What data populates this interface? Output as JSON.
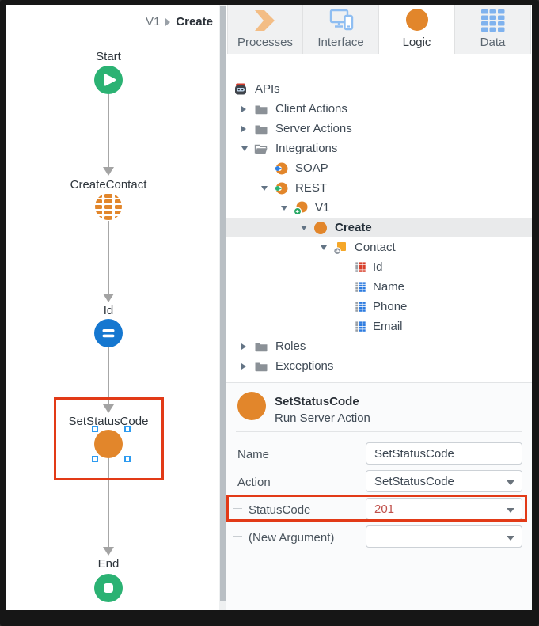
{
  "breadcrumb": {
    "parent": "V1",
    "current": "Create"
  },
  "tabs": [
    {
      "label": "Processes",
      "active": false
    },
    {
      "label": "Interface",
      "active": false
    },
    {
      "label": "Logic",
      "active": true
    },
    {
      "label": "Data",
      "active": false
    }
  ],
  "flow": {
    "nodes": [
      {
        "label": "Start",
        "type": "start"
      },
      {
        "label": "CreateContact",
        "type": "create-entity-action"
      },
      {
        "label": "Id",
        "type": "assign"
      },
      {
        "label": "SetStatusCode",
        "type": "run-server-action",
        "selected": true
      },
      {
        "label": "End",
        "type": "end"
      }
    ]
  },
  "tree": {
    "items": [
      {
        "label": "APIs"
      },
      {
        "label": "Client Actions"
      },
      {
        "label": "Server Actions"
      },
      {
        "label": "Integrations"
      },
      {
        "label": "SOAP"
      },
      {
        "label": "REST"
      },
      {
        "label": "V1"
      },
      {
        "label": "Create",
        "selected": true
      },
      {
        "label": "Contact"
      },
      {
        "label": "Id"
      },
      {
        "label": "Name"
      },
      {
        "label": "Phone"
      },
      {
        "label": "Email"
      },
      {
        "label": "Roles"
      },
      {
        "label": "Exceptions"
      }
    ]
  },
  "properties": {
    "title": "SetStatusCode",
    "subtitle": "Run Server Action",
    "fields": [
      {
        "label": "Name",
        "value": "SetStatusCode",
        "control": "input"
      },
      {
        "label": "Action",
        "value": "SetStatusCode",
        "control": "select"
      },
      {
        "label": "StatusCode",
        "value": "201",
        "control": "select",
        "highlighted": true
      },
      {
        "label": "(New Argument)",
        "value": "",
        "control": "select"
      }
    ]
  },
  "colors": {
    "accent_orange": "#e2862b",
    "start_end_green": "#2bb273",
    "assign_blue": "#1577d0",
    "annotation_red": "#e23a17",
    "modified_value_red": "#c0504a"
  }
}
